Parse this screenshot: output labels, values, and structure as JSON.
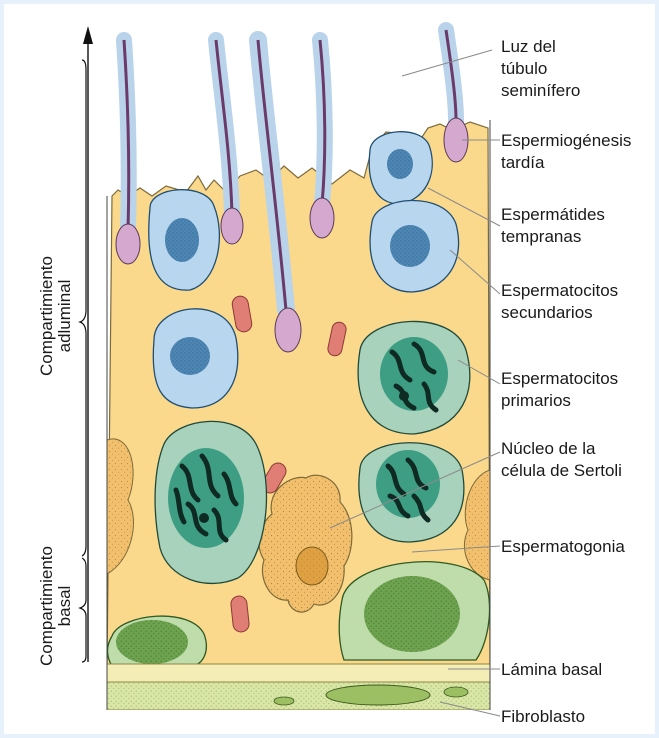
{
  "labels": {
    "lumen_1": "Luz del",
    "lumen_2": "túbulo",
    "lumen_3": "seminífero",
    "late_1": "Espermiogénesis",
    "late_2": "tardía",
    "early_1": "Espermátides",
    "early_2": "tempranas",
    "sec_1": "Espermatocitos",
    "sec_2": "secundarios",
    "prim_1": "Espermatocitos",
    "prim_2": "primarios",
    "sertoli_1": "Núcleo de la",
    "sertoli_2": "célula de Sertoli",
    "spermatogonia": "Espermatogonia",
    "basal_lamina": "Lámina basal",
    "fibroblast": "Fibroblasto"
  },
  "sides": {
    "adluminal_1": "Compartimiento",
    "adluminal_2": "adluminal",
    "basal_1": "Compartimiento",
    "basal_2": "basal"
  },
  "colors": {
    "background": "#e6f1fb",
    "sertoli_cytoplasm": "#fbd98c",
    "spermatid": "#b9d6ef",
    "spermatocyte": "#a9d2bd",
    "spermatogonia": "#bfdcab",
    "basal_lamina": "#f4edb6",
    "connective": "#d9e6a6",
    "acrosome": "#d5a8cf",
    "mitochondria": "#e07e76"
  }
}
